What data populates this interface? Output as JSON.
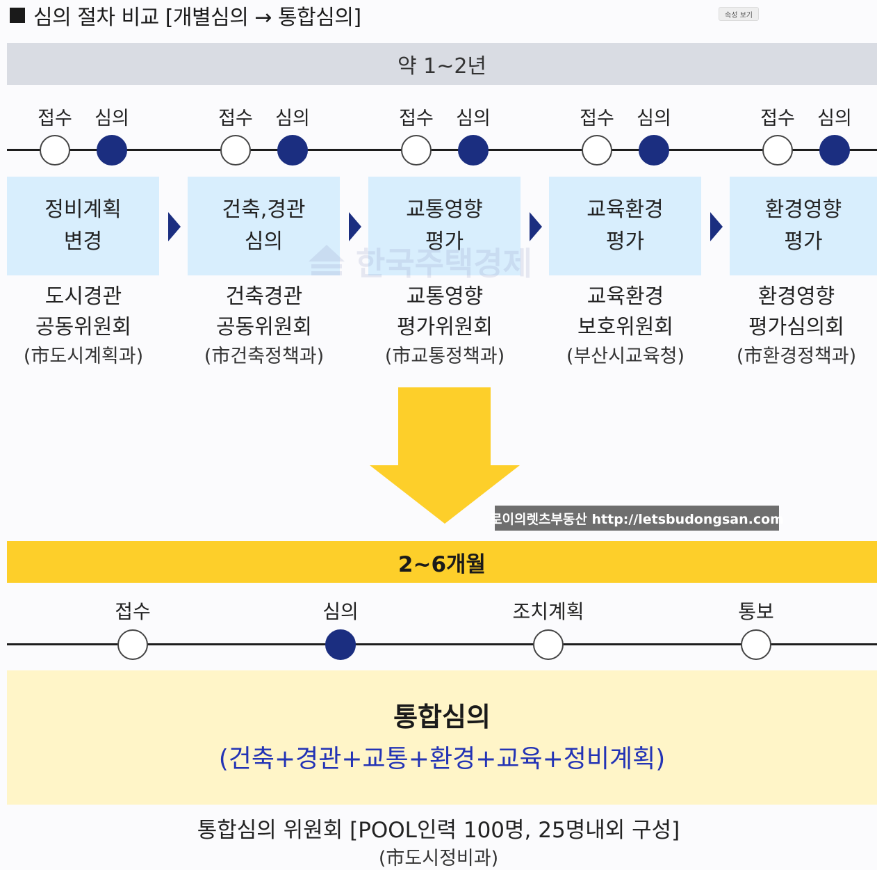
{
  "header": {
    "title": "심의 절차 비교 [개별심의 → 통합심의]",
    "property_button": "속성 보기"
  },
  "individual": {
    "period": "약 1~2년",
    "receipt_label": "접수",
    "review_label": "심의",
    "stages": [
      {
        "line1": "정비계획",
        "line2": "변경",
        "committee1": "도시경관",
        "committee2": "공동위원회",
        "dept": "(市도시계획과)"
      },
      {
        "line1": "건축,경관",
        "line2": "심의",
        "committee1": "건축경관",
        "committee2": "공동위원회",
        "dept": "(市건축정책과)"
      },
      {
        "line1": "교통영향",
        "line2": "평가",
        "committee1": "교통영향",
        "committee2": "평가위원회",
        "dept": "(市교통정책과)"
      },
      {
        "line1": "교육환경",
        "line2": "평가",
        "committee1": "교육환경",
        "committee2": "보호위원회",
        "dept": "(부산시교육청)"
      },
      {
        "line1": "환경영향",
        "line2": "평가",
        "committee1": "환경영향",
        "committee2": "평가심의회",
        "dept": "(市환경정책과)"
      }
    ]
  },
  "watermark": "한국주택경제",
  "site_badge": "로이의렛츠부동산 http://letsbudongsan.com",
  "integrated": {
    "period": "2~6개월",
    "steps": [
      "접수",
      "심의",
      "조치계획",
      "통보"
    ],
    "title": "통합심의",
    "subtitle": "(건축+경관+교통+환경+교육+정비계획)",
    "committee": "통합심의 위원회 [POOL인력 100명, 25명내외 구성]",
    "dept": "(市도시정비과)"
  },
  "colors": {
    "period_top_bg": "#d9dce3",
    "stage_box_bg": "#d8eefd",
    "navy": "#1b2e80",
    "arrow_yellow": "#fdcf2a",
    "integrated_panel_bg": "#fff5c8",
    "subtitle_blue": "#2333b5"
  },
  "icons": {
    "title_marker": "black-square-icon",
    "stage_arrow": "chevron-right-icon",
    "transition": "down-arrow-icon"
  }
}
